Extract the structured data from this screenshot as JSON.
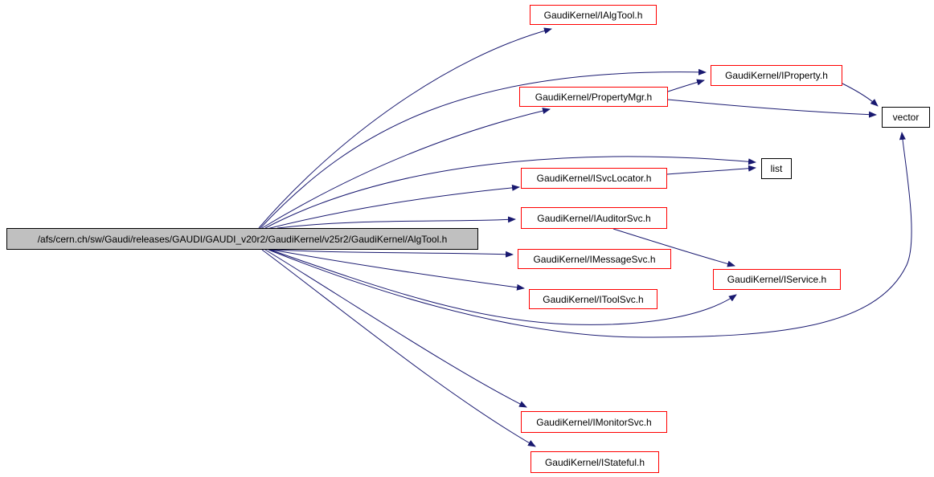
{
  "diagram": {
    "type": "doxygen-include-dependency-graph",
    "nodes": {
      "main": {
        "label": "/afs/cern.ch/sw/Gaudi/releases/GAUDI/GAUDI_v20r2/GaudiKernel/v25r2/GaudiKernel/AlgTool.h"
      },
      "ialgtool": {
        "label": "GaudiKernel/IAlgTool.h"
      },
      "iproperty": {
        "label": "GaudiKernel/IProperty.h"
      },
      "propertymgr": {
        "label": "GaudiKernel/PropertyMgr.h"
      },
      "vector": {
        "label": "vector"
      },
      "list": {
        "label": "list"
      },
      "isvclocator": {
        "label": "GaudiKernel/ISvcLocator.h"
      },
      "iauditorsvc": {
        "label": "GaudiKernel/IAuditorSvc.h"
      },
      "imessagesvc": {
        "label": "GaudiKernel/IMessageSvc.h"
      },
      "iservice": {
        "label": "GaudiKernel/IService.h"
      },
      "itoolsvc": {
        "label": "GaudiKernel/IToolSvc.h"
      },
      "imonitorsvc": {
        "label": "GaudiKernel/IMonitorSvc.h"
      },
      "istateful": {
        "label": "GaudiKernel/IStateful.h"
      }
    },
    "edges": [
      {
        "from": "main",
        "to": "ialgtool"
      },
      {
        "from": "main",
        "to": "iproperty"
      },
      {
        "from": "main",
        "to": "propertymgr"
      },
      {
        "from": "main",
        "to": "list"
      },
      {
        "from": "main",
        "to": "isvclocator"
      },
      {
        "from": "main",
        "to": "iauditorsvc"
      },
      {
        "from": "main",
        "to": "imessagesvc"
      },
      {
        "from": "main",
        "to": "itoolsvc"
      },
      {
        "from": "main",
        "to": "iservice"
      },
      {
        "from": "main",
        "to": "vector"
      },
      {
        "from": "main",
        "to": "imonitorsvc"
      },
      {
        "from": "main",
        "to": "istateful"
      },
      {
        "from": "propertymgr",
        "to": "iproperty"
      },
      {
        "from": "propertymgr",
        "to": "vector"
      },
      {
        "from": "iproperty",
        "to": "vector"
      },
      {
        "from": "isvclocator",
        "to": "list"
      },
      {
        "from": "iauditorsvc",
        "to": "iservice"
      }
    ],
    "colors": {
      "edge": "#191970",
      "truncated_node_border": "#ff0000",
      "node_border": "#000000",
      "main_node_fill": "#c0c0c0",
      "background": "#ffffff",
      "text": "#000000"
    }
  }
}
